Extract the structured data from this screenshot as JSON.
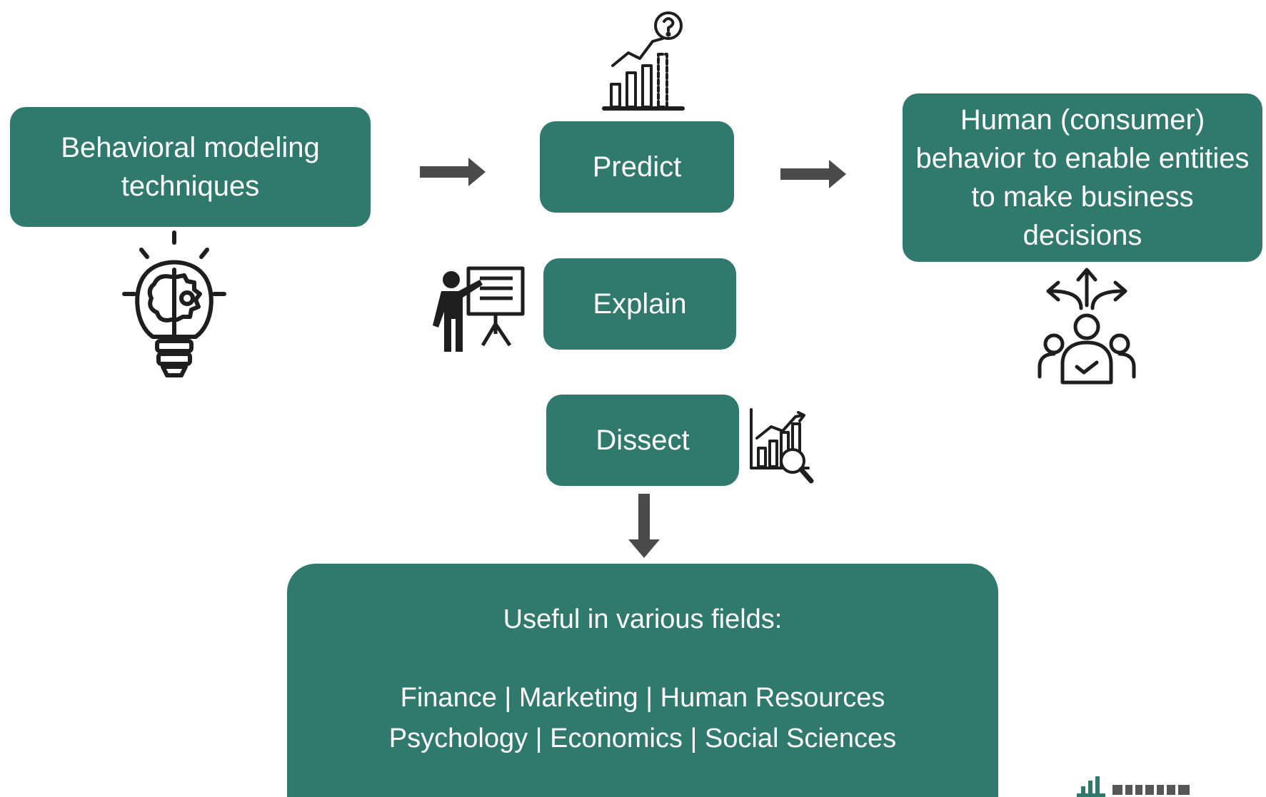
{
  "boxes": {
    "behavioral": "Behavioral modeling techniques",
    "predict": "Predict",
    "explain": "Explain",
    "dissect": "Dissect",
    "human_behavior": "Human (consumer) behavior to enable entities to make business decisions",
    "fields_title": "Useful in various fields:",
    "fields_line1": "Finance | Marketing | Human Resources",
    "fields_line2": "Psychology | Economics | Social Sciences"
  },
  "icons": {
    "chart_question": "chart-question-icon",
    "brain_bulb": "brain-lightbulb-icon",
    "presenter": "presenter-board-icon",
    "analysis": "chart-magnifier-icon",
    "decisions": "team-decision-arrows-icon",
    "watermark": "wallstreetmojo-logo"
  },
  "colors": {
    "box_fill": "#2f7a6c",
    "box_text": "#ffffff",
    "arrow": "#4a4a4a",
    "icon": "#1e1e1e"
  }
}
